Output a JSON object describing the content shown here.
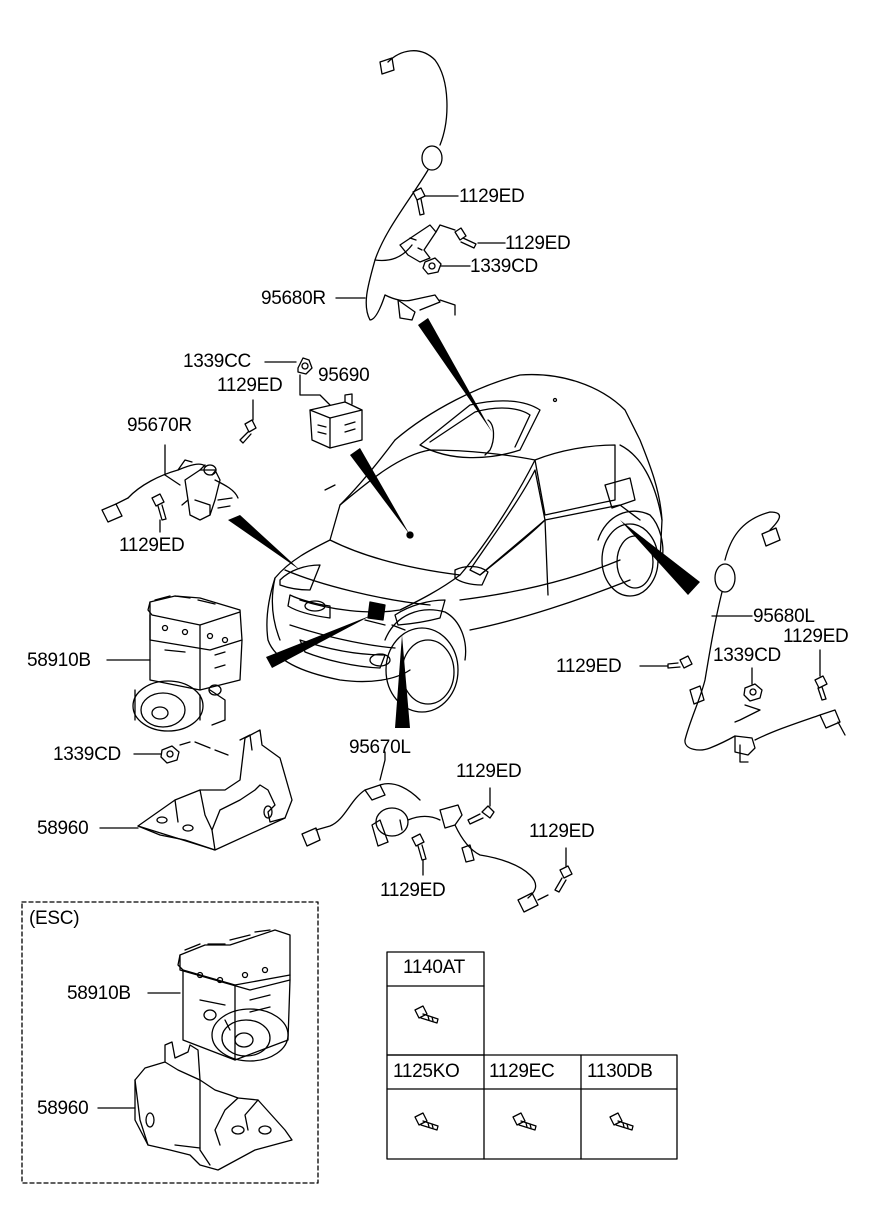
{
  "labels": {
    "l_1129ED_a": "1129ED",
    "l_1129ED_b": "1129ED",
    "l_1339CD_a": "1339CD",
    "l_95680R": "95680R",
    "l_1339CC": "1339CC",
    "l_1129ED_c": "1129ED",
    "l_95690": "95690",
    "l_95670R": "95670R",
    "l_1129ED_d": "1129ED",
    "l_95680L": "95680L",
    "l_1129ED_e": "1129ED",
    "l_1339CD_b": "1339CD",
    "l_1129ED_f": "1129ED",
    "l_58910B_a": "58910B",
    "l_1339CD_c": "1339CD",
    "l_58960_a": "58960",
    "l_95670L": "95670L",
    "l_1129ED_g": "1129ED",
    "l_1129ED_h": "1129ED",
    "l_1129ED_i": "1129ED",
    "esc_title": "(ESC)",
    "l_58910B_b": "58910B",
    "l_58960_b": "58960"
  },
  "table": {
    "top": [
      "1140AT"
    ],
    "bottom": [
      "1125KO",
      "1129EC",
      "1130DB"
    ]
  }
}
